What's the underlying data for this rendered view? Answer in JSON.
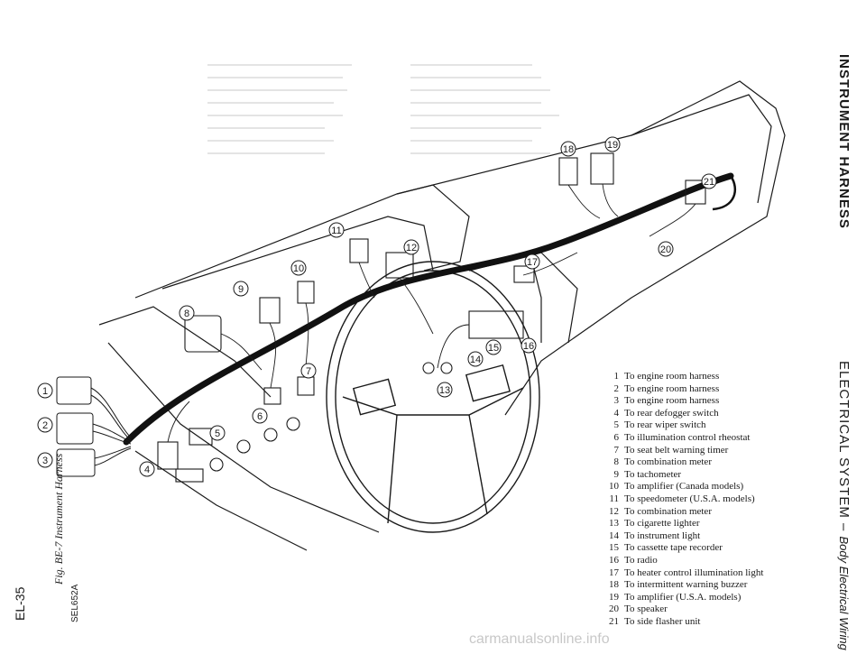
{
  "section_title": "INSTRUMENT HARNESS",
  "chapter_title": "ELECTRICAL SYSTEM",
  "chapter_subtitle": "Body Electrical Wiring",
  "figure_caption": "Fig. BE-7 Instrument Harness",
  "figure_code": "SEL652A",
  "page_number": "EL-35",
  "watermark": "carmanualsonline.info",
  "legend": [
    {
      "num": "1",
      "text": "To engine room harness"
    },
    {
      "num": "2",
      "text": "To engine room harness"
    },
    {
      "num": "3",
      "text": "To engine room harness"
    },
    {
      "num": "4",
      "text": "To rear defogger switch"
    },
    {
      "num": "5",
      "text": "To rear wiper switch"
    },
    {
      "num": "6",
      "text": "To illumination control rheostat"
    },
    {
      "num": "7",
      "text": "To seat belt warning timer"
    },
    {
      "num": "8",
      "text": "To combination meter"
    },
    {
      "num": "9",
      "text": "To tachometer"
    },
    {
      "num": "10",
      "text": "To amplifier (Canada models)"
    },
    {
      "num": "11",
      "text": "To speedometer (U.S.A. models)"
    },
    {
      "num": "12",
      "text": "To combination meter"
    },
    {
      "num": "13",
      "text": "To cigarette lighter"
    },
    {
      "num": "14",
      "text": "To instrument light"
    },
    {
      "num": "15",
      "text": "To cassette tape recorder"
    },
    {
      "num": "16",
      "text": "To radio"
    },
    {
      "num": "17",
      "text": "To heater control illumination light"
    },
    {
      "num": "18",
      "text": "To intermittent warning buzzer"
    },
    {
      "num": "19",
      "text": "To amplifier (U.S.A. models)"
    },
    {
      "num": "20",
      "text": "To speaker"
    },
    {
      "num": "21",
      "text": "To side flasher unit"
    }
  ],
  "callouts": [
    "1",
    "2",
    "3",
    "4",
    "5",
    "6",
    "7",
    "8",
    "9",
    "10",
    "11",
    "12",
    "13",
    "14",
    "15",
    "16",
    "17",
    "18",
    "19",
    "20",
    "21"
  ],
  "colors": {
    "ink": "#1a1a1a",
    "harness": "#111111",
    "faint": "#d6d6d6"
  }
}
